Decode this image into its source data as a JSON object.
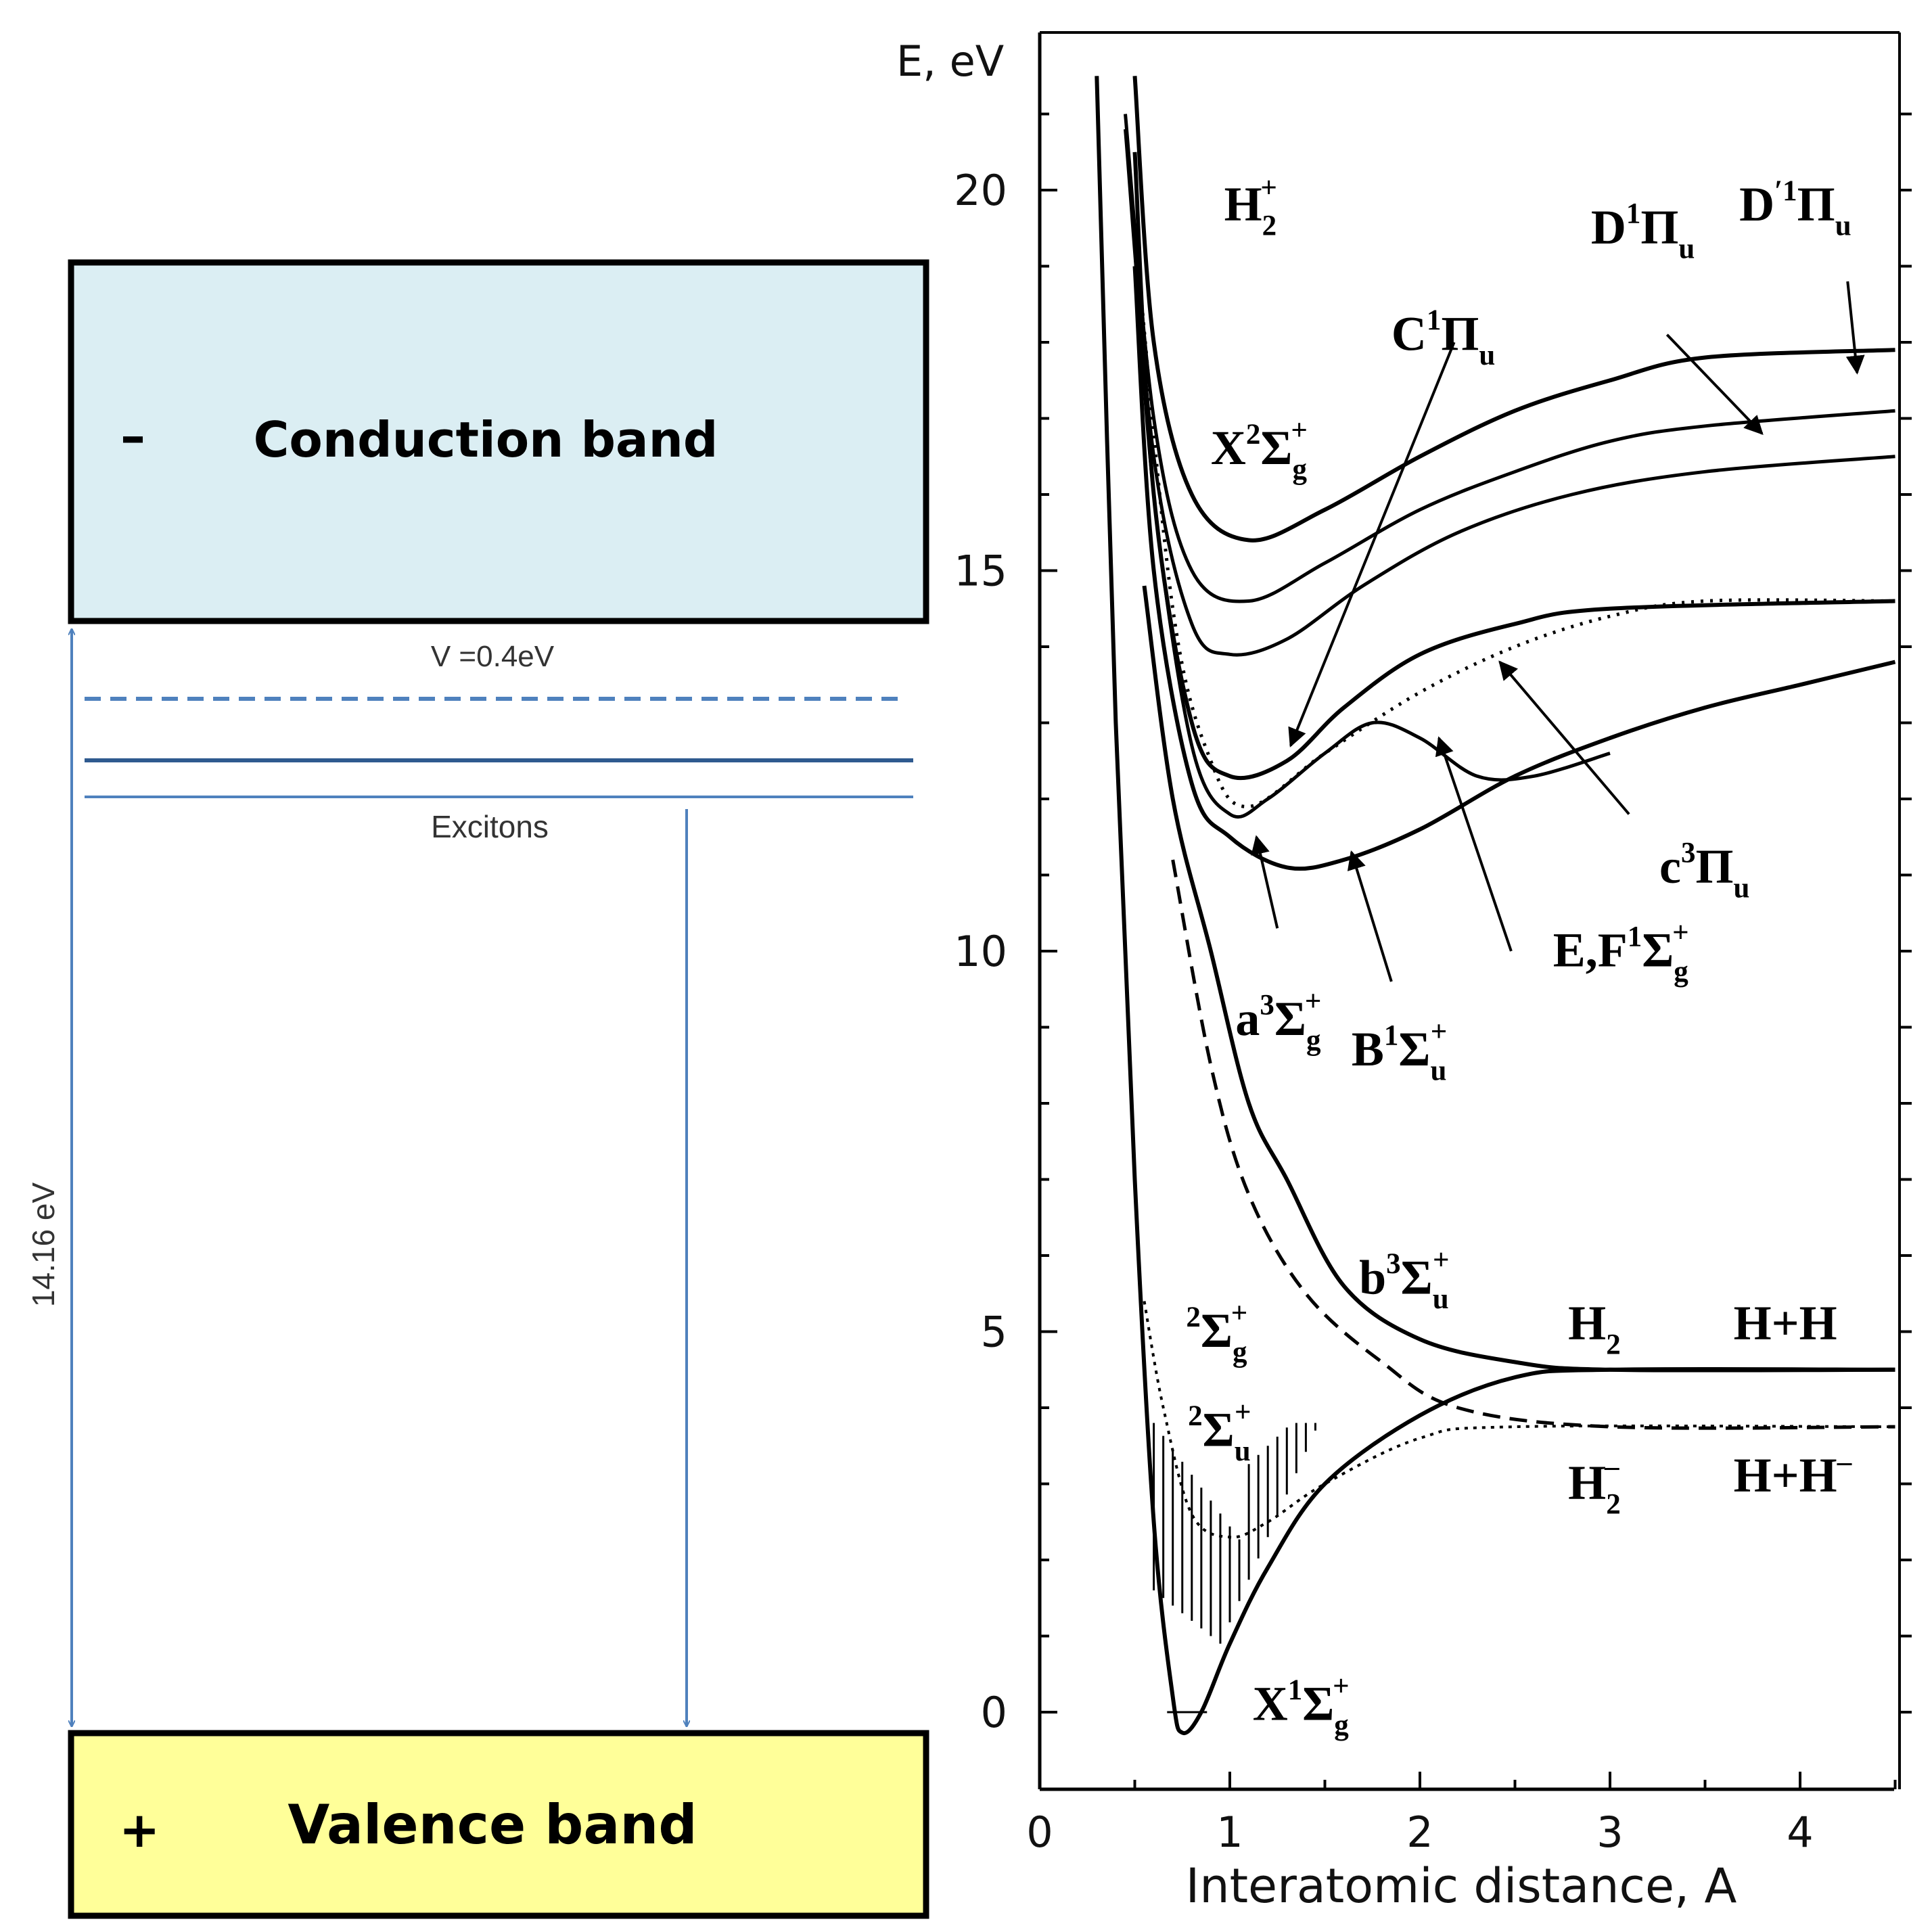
{
  "left_diagram": {
    "conduction": {
      "sign": "–",
      "label": "Conduction band",
      "fill": "#dbeef3"
    },
    "valence": {
      "sign": "+",
      "label": "Valence band",
      "fill": "#ffff99"
    },
    "potential_label": "V =0.4eV",
    "excitons_label": "Excitons",
    "gap_label": "14.16 eV",
    "line_color": "#4f81bd"
  },
  "chart_data": {
    "type": "line",
    "ylabel": "E, eV",
    "xlabel": "Interatomic distance, A",
    "xlim": [
      0,
      4.5
    ],
    "ylim": [
      -0.9,
      22
    ],
    "xticks": [
      "0",
      "1",
      "2",
      "3",
      "4"
    ],
    "yticks": [
      "0",
      "5",
      "10",
      "15",
      "20"
    ],
    "series": [
      {
        "name": "X¹Σg⁺",
        "points": [
          [
            0.3,
            21.5
          ],
          [
            0.4,
            13
          ],
          [
            0.5,
            7
          ],
          [
            0.6,
            2.5
          ],
          [
            0.7,
            0.2
          ],
          [
            0.75,
            -0.27
          ],
          [
            0.85,
            0
          ],
          [
            1.0,
            0.9
          ],
          [
            1.2,
            1.9
          ],
          [
            1.5,
            3.0
          ],
          [
            2.0,
            3.9
          ],
          [
            2.5,
            4.4
          ],
          [
            3.0,
            4.5
          ],
          [
            4.5,
            4.5
          ]
        ]
      },
      {
        "name": "b³Σu⁺",
        "points": [
          [
            0.55,
            14.8
          ],
          [
            0.7,
            12
          ],
          [
            0.9,
            10
          ],
          [
            1.1,
            8
          ],
          [
            1.3,
            7
          ],
          [
            1.6,
            5.6
          ],
          [
            2.0,
            4.9
          ],
          [
            2.5,
            4.6
          ],
          [
            3.0,
            4.5
          ],
          [
            4.5,
            4.5
          ]
        ]
      },
      {
        "name": "H2⁻ ²Σg⁺",
        "points": [
          [
            0.7,
            11.2
          ],
          [
            0.9,
            8.5
          ],
          [
            1.1,
            6.8
          ],
          [
            1.4,
            5.5
          ],
          [
            1.8,
            4.6
          ],
          [
            2.2,
            4.0
          ],
          [
            3.0,
            3.75
          ],
          [
            4.5,
            3.75
          ]
        ]
      },
      {
        "name": "B¹Σu⁺",
        "points": [
          [
            0.5,
            19
          ],
          [
            0.6,
            15
          ],
          [
            0.8,
            12.2
          ],
          [
            1.0,
            11.5
          ],
          [
            1.3,
            11.1
          ],
          [
            1.6,
            11.2
          ],
          [
            2.0,
            11.6
          ],
          [
            2.5,
            12.3
          ],
          [
            3.0,
            12.8
          ],
          [
            3.5,
            13.2
          ],
          [
            4.0,
            13.5
          ],
          [
            4.5,
            13.8
          ]
        ]
      },
      {
        "name": "a³Σg⁺",
        "points": [
          [
            0.48,
            20
          ],
          [
            0.6,
            16
          ],
          [
            0.8,
            12.7
          ],
          [
            1.0,
            11.8
          ],
          [
            1.2,
            12.0
          ],
          [
            1.5,
            12.6
          ],
          [
            1.75,
            13.0
          ],
          [
            2.0,
            12.8
          ],
          [
            2.3,
            12.3
          ],
          [
            2.6,
            12.3
          ],
          [
            3.0,
            12.6
          ]
        ]
      },
      {
        "name": "C¹Πu",
        "points": [
          [
            0.5,
            20.5
          ],
          [
            0.6,
            16
          ],
          [
            0.8,
            13
          ],
          [
            1.0,
            12.3
          ],
          [
            1.3,
            12.5
          ],
          [
            1.6,
            13.2
          ],
          [
            2.0,
            13.9
          ],
          [
            2.5,
            14.3
          ],
          [
            3.0,
            14.5
          ],
          [
            4.5,
            14.6
          ]
        ]
      },
      {
        "name": "E,F¹Σg⁺",
        "points": [
          [
            0.5,
            19.5
          ],
          [
            0.7,
            14.5
          ],
          [
            0.9,
            12.5
          ],
          [
            1.1,
            11.9
          ],
          [
            1.5,
            12.6
          ],
          [
            2.0,
            13.4
          ],
          [
            2.5,
            14.0
          ],
          [
            3.0,
            14.4
          ],
          [
            3.5,
            14.6
          ],
          [
            4.5,
            14.6
          ]
        ]
      },
      {
        "name": "c³Πu",
        "points": [
          [
            0.45,
            20.8
          ],
          [
            0.6,
            16.5
          ],
          [
            0.8,
            14.3
          ],
          [
            1.0,
            13.9
          ],
          [
            1.3,
            14.1
          ],
          [
            1.7,
            14.8
          ],
          [
            2.2,
            15.5
          ],
          [
            2.8,
            16.0
          ],
          [
            3.5,
            16.3
          ],
          [
            4.5,
            16.5
          ]
        ]
      },
      {
        "name": "D¹Πu",
        "points": [
          [
            0.45,
            21
          ],
          [
            0.6,
            17
          ],
          [
            0.8,
            15
          ],
          [
            1.1,
            14.6
          ],
          [
            1.5,
            15.1
          ],
          [
            2.0,
            15.8
          ],
          [
            2.5,
            16.3
          ],
          [
            3.0,
            16.7
          ],
          [
            3.5,
            16.9
          ],
          [
            4.5,
            17.1
          ]
        ]
      },
      {
        "name": "D′¹Πu",
        "points": [
          [
            0.5,
            21.5
          ],
          [
            0.6,
            18
          ],
          [
            0.8,
            16
          ],
          [
            1.1,
            15.4
          ],
          [
            1.5,
            15.8
          ],
          [
            2.0,
            16.5
          ],
          [
            2.5,
            17.1
          ],
          [
            3.0,
            17.5
          ],
          [
            3.5,
            17.8
          ],
          [
            4.5,
            17.9
          ]
        ]
      },
      {
        "name": "H2⁻ ²Σu⁺",
        "points": [
          [
            0.55,
            5.4
          ],
          [
            0.65,
            4
          ],
          [
            0.8,
            2.6
          ],
          [
            1.0,
            2.3
          ],
          [
            1.2,
            2.5
          ],
          [
            1.5,
            3.0
          ],
          [
            2.0,
            3.6
          ],
          [
            2.5,
            3.75
          ],
          [
            4.5,
            3.75
          ]
        ]
      }
    ],
    "labels": {
      "h2plus": {
        "main": "H",
        "sub": "2",
        "sup": "+"
      },
      "x2sg": {
        "main": "X",
        "sup1": "2",
        "sym": "Σ",
        "sub": "g",
        "sup2": "+"
      },
      "c1pu": {
        "main": "C",
        "sup1": "1",
        "sym": "Π",
        "sub": "u"
      },
      "d1pu": {
        "main": "D",
        "sup1": "1",
        "sym": "Π",
        "sub": "u"
      },
      "dp1pu": {
        "main": "D",
        "sup1": "′1",
        "sym": "Π",
        "sub": "u"
      },
      "c3pu": {
        "main": "c",
        "sup1": "3",
        "sym": "Π",
        "sub": "u"
      },
      "a3sg": {
        "main": "a",
        "sup1": "3",
        "sym": "Σ",
        "sub": "g",
        "sup2": "+"
      },
      "b1su": {
        "main": "B",
        "sup1": "1",
        "sym": "Σ",
        "sub": "u",
        "sup2": "+"
      },
      "ef1sg": {
        "main": "E,F",
        "sup1": "1",
        "sym": "Σ",
        "sub": "g",
        "sup2": "+"
      },
      "b3su": {
        "main": "b",
        "sup1": "3",
        "sym": "Σ",
        "sub": "u",
        "sup2": "+"
      },
      "s2g": {
        "main": "",
        "sup1": "2",
        "sym": "Σ",
        "sub": "g",
        "sup2": "+"
      },
      "s2u": {
        "main": "",
        "sup1": "2",
        "sym": "Σ",
        "sub": "u",
        "sup2": "+"
      },
      "h2": {
        "main": "H",
        "sub": "2"
      },
      "hh": {
        "main": "H+H"
      },
      "h2minus": {
        "main": "H",
        "sub": "2",
        "sup": "–"
      },
      "hhminus": {
        "main": "H+H",
        "sup": "–"
      },
      "x1sg": {
        "main": "X",
        "sup1": "1",
        "sym": "Σ",
        "sub": "g",
        "sup2": "+"
      }
    }
  }
}
